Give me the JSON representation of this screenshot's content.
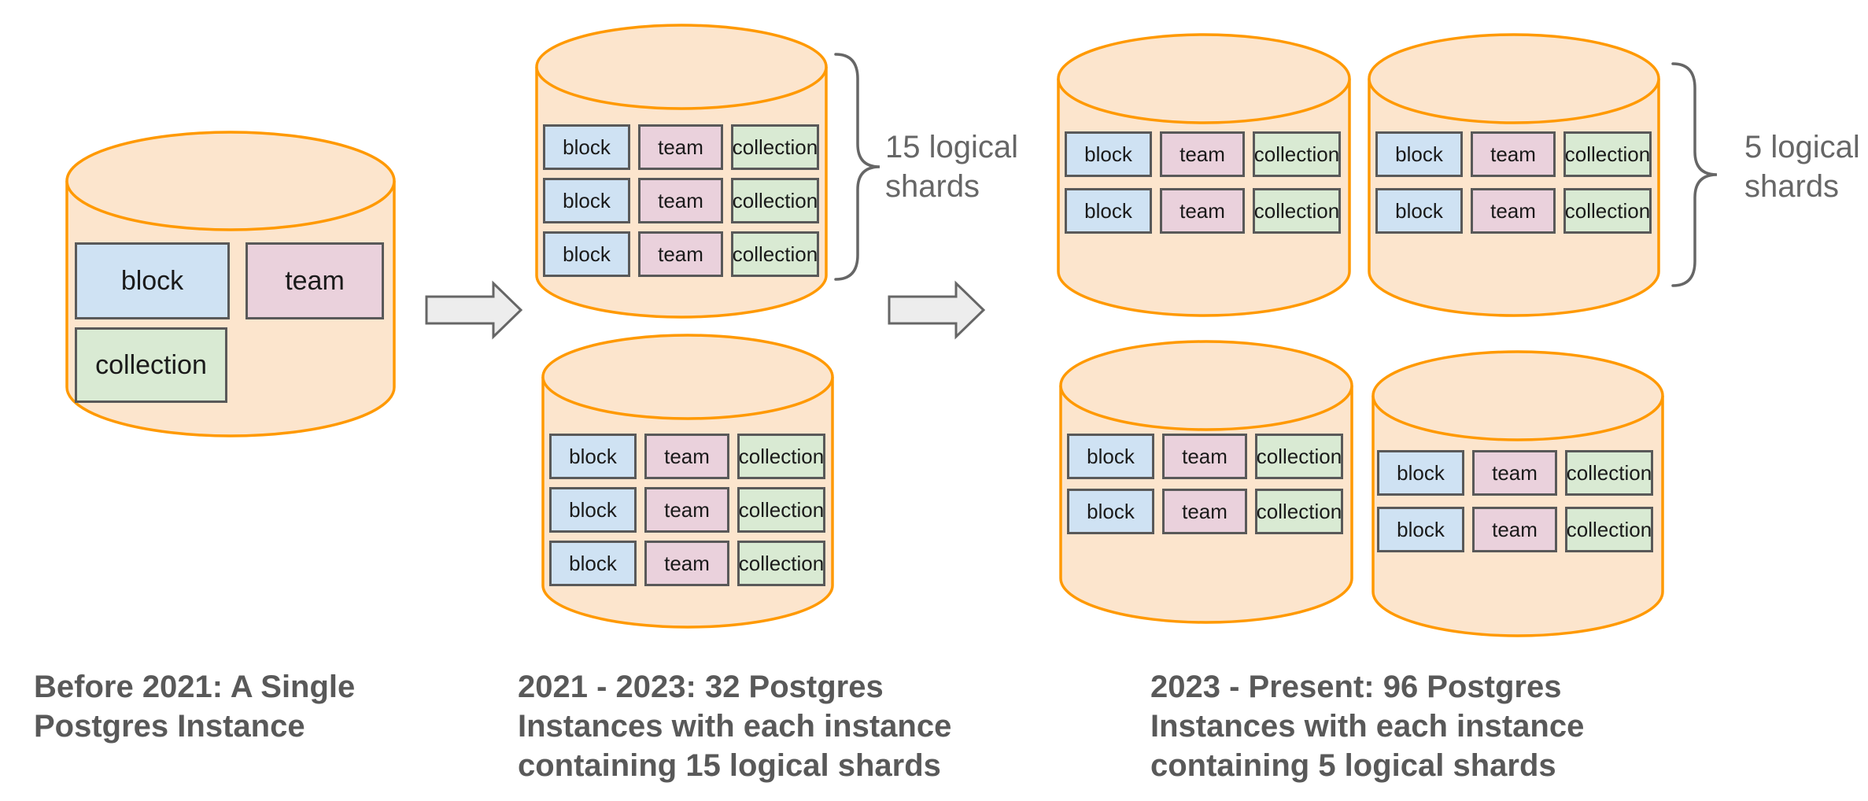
{
  "labels": {
    "block": "block",
    "team": "team",
    "collection": "collection"
  },
  "sections": {
    "left": {
      "caption_lines": [
        "Before 2021: A Single",
        "Postgres Instance"
      ]
    },
    "middle": {
      "caption_lines": [
        "2021 - 2023: 32 Postgres",
        "Instances with each instance",
        "containing 15 logical shards"
      ],
      "shard_label_lines": [
        "15 logical",
        "shards"
      ]
    },
    "right": {
      "caption_lines": [
        "2023 - Present: 96 Postgres",
        "Instances with each instance",
        "containing 5 logical shards"
      ],
      "shard_label_lines": [
        "5 logical",
        "shards"
      ]
    }
  },
  "colors": {
    "cylinder_fill": "#FCE5CD",
    "cylinder_stroke": "#FF9900",
    "block_fill": "#CFE2F3",
    "team_fill": "#EAD1DC",
    "collection_fill": "#D9EAD3",
    "box_border": "#595959",
    "box_text": "#1A1A1A",
    "arrow_fill": "#EDEDED",
    "arrow_stroke": "#666666",
    "brace_stroke": "#666666",
    "caption_text": "#595959",
    "shard_label_text": "#666666"
  }
}
